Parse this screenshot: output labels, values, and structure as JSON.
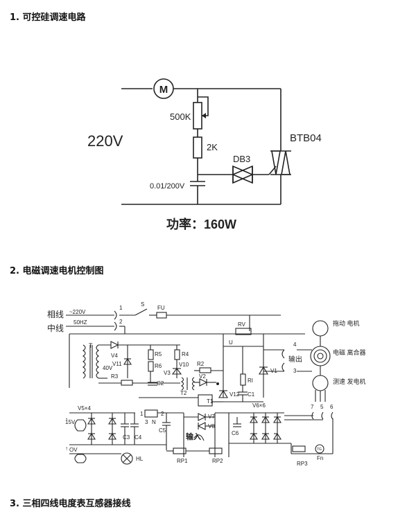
{
  "sections": [
    {
      "title": "1. 可控硅调速电路"
    },
    {
      "title": "2. 电磁调速电机控制图"
    },
    {
      "title": "3. 三相四线电度表互感器接线"
    }
  ],
  "circuit1": {
    "motor": "M",
    "voltage": "220V",
    "pot": "500K",
    "resistor": "2K",
    "diac": "DB3",
    "triac": "BTB04",
    "cap": "0.01/200V",
    "power": "功率：160W"
  },
  "circuit2": {
    "phase": "相线",
    "neutral": "中线",
    "v220": "~220V",
    "hz": "50HZ",
    "n1": "1",
    "n2": "2",
    "s": "S",
    "fu": "FU",
    "rv": "RV",
    "u": "U",
    "n4": "4",
    "n3": "3",
    "out": "输出",
    "motor_drag": "拖动 电机",
    "clutch": "电磁 离合器",
    "gen": "测速 发电机",
    "n7": "7",
    "n5": "5",
    "n6": "6",
    "t": "T",
    "v4": "V4",
    "v11": "V11",
    "v40": "40V",
    "r5": "R5",
    "r4": "R4",
    "r6": "R6",
    "v10": "V10",
    "v3": "V3",
    "c2": "C2",
    "r3": "R3",
    "r2": "R2",
    "v2": "V2",
    "ri": "RI",
    "v1": "V1",
    "t2": "T2",
    "t1": "T1",
    "v12": "V12",
    "c1": "C1",
    "v5x4": "V5×4",
    "v6x6": "V6×6",
    "v15": "15V",
    "c3": "C3",
    "c4": "C4",
    "c5": "C5",
    "c6": "C6",
    "n3b": "3",
    "nN": "N",
    "n2b": "2",
    "n1b": "1",
    "v7": "V7",
    "v8": "V8",
    "in": "输入",
    "ov": "OV",
    "hl": "HL",
    "rp1": "RP1",
    "rp2": "RP2",
    "rp3": "RP3",
    "fn": "Fn",
    "tg": "TG"
  }
}
